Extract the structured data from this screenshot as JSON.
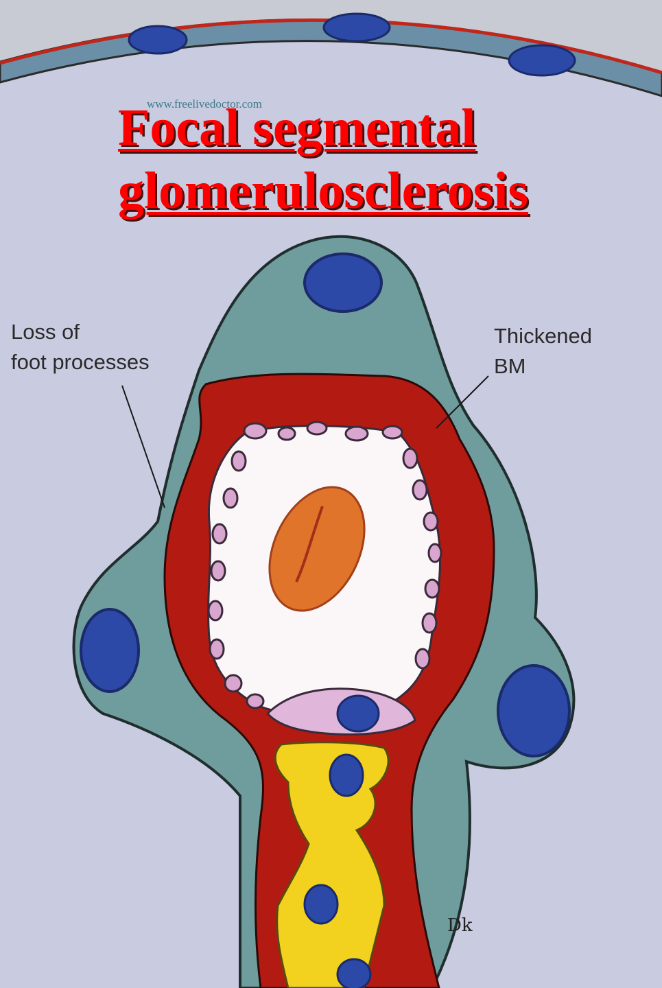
{
  "title": {
    "line1": "Focal segmental",
    "line2": "glomerulosclerosis"
  },
  "watermark": "www.freelivedoctor.com",
  "labels": {
    "loss_foot_processes": [
      "Loss of",
      "foot processes"
    ],
    "thickened_bm": [
      "Thickened",
      "BM"
    ]
  },
  "signature": "Dk",
  "colors": {
    "background": "#c9cbe0",
    "epithelial_cell": "#6f9c9c",
    "basement_membrane": "#b31b12",
    "lumen": "#fbf7f8",
    "endothelium": "#d9a6cf",
    "nucleus": "#2c49a8",
    "red_blood_cell": "#e0742a",
    "mesangium": "#f2d21e",
    "title": "#ff0000"
  }
}
